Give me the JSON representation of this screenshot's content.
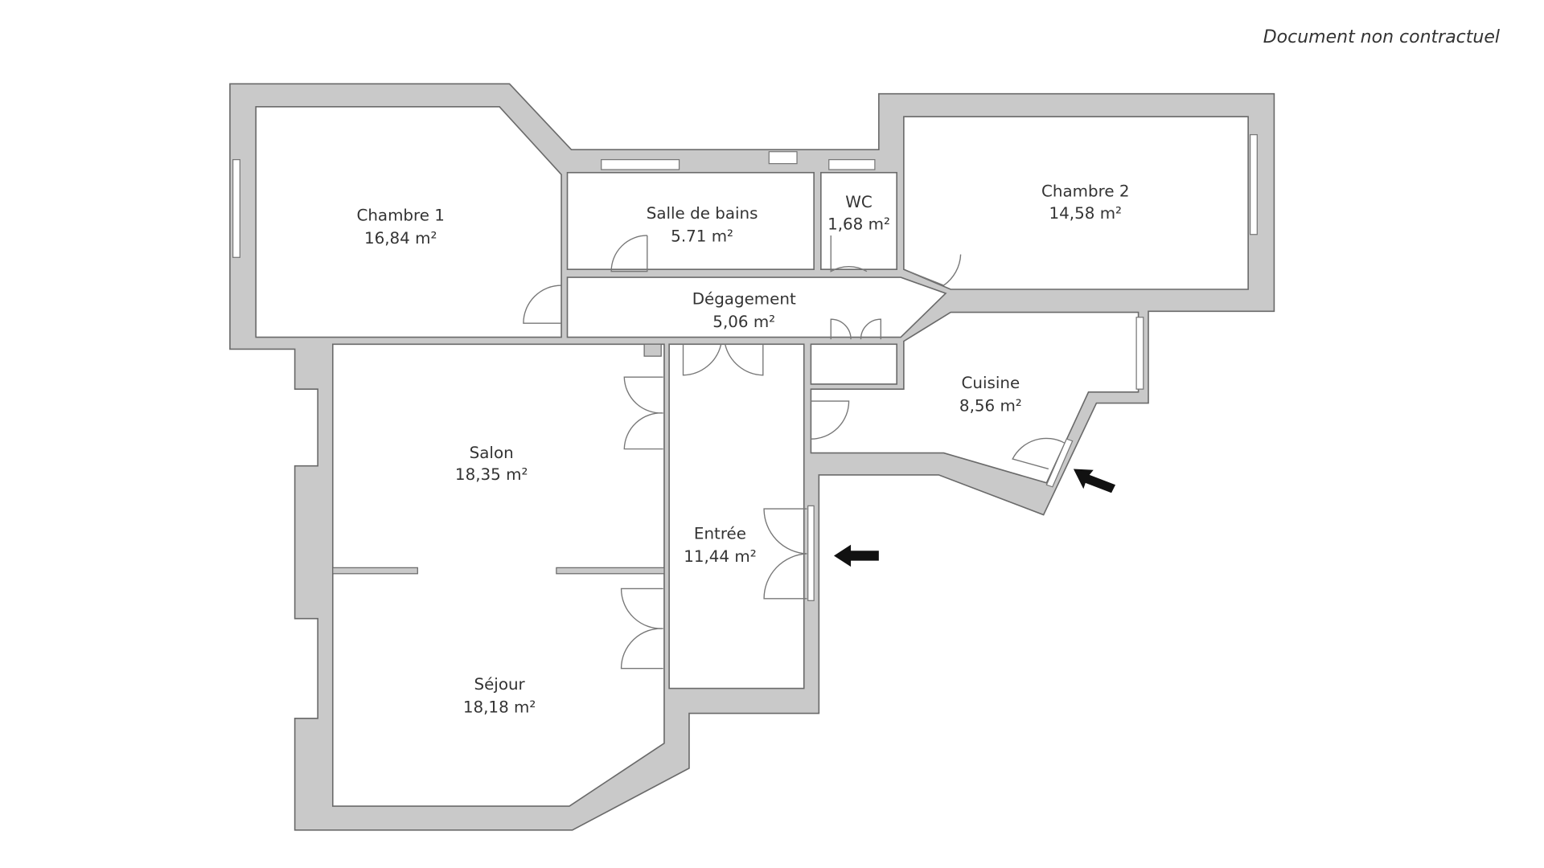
{
  "disclaimer": "Document non contractuel",
  "rooms": {
    "chambre1": {
      "name": "Chambre 1",
      "area": "16,84 m²"
    },
    "salle_de_bains": {
      "name": "Salle de bains",
      "area": "5.71 m²"
    },
    "wc": {
      "name": "WC",
      "area": "1,68 m²"
    },
    "chambre2": {
      "name": "Chambre 2",
      "area": "14,58 m²"
    },
    "degagement": {
      "name": "Dégagement",
      "area": "5,06 m²"
    },
    "cuisine": {
      "name": "Cuisine",
      "area": "8,56 m²"
    },
    "salon": {
      "name": "Salon",
      "area": "18,35 m²"
    },
    "entree": {
      "name": "Entrée",
      "area": "11,44 m²"
    },
    "sejour": {
      "name": "Séjour",
      "area": "18,18 m²"
    }
  },
  "colors": {
    "wall": "#c9c9c9",
    "outline": "#6a6a6a",
    "arrow": "#111111"
  }
}
